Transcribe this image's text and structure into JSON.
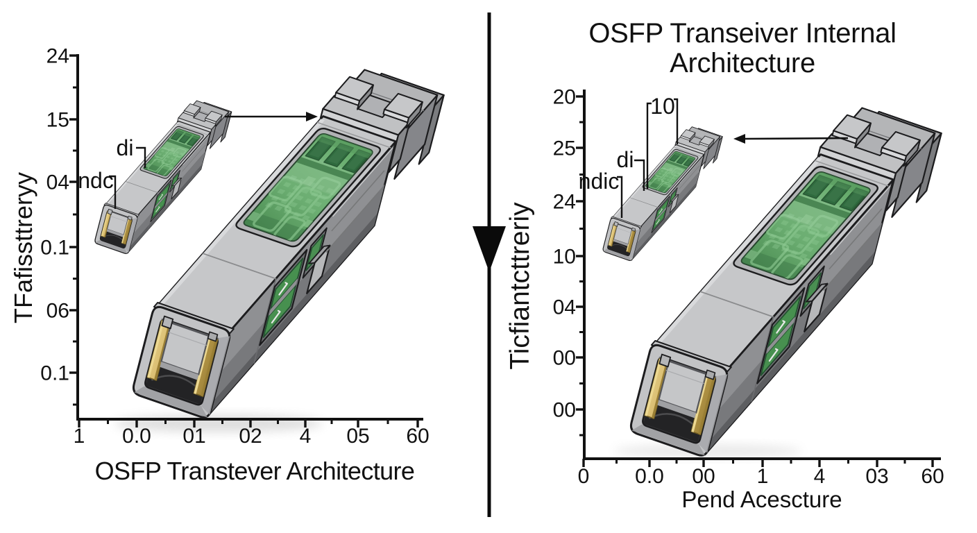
{
  "figure": {
    "background": "#ffffff",
    "text_color": "#111111",
    "divider": {
      "type": "vertical-line-with-down-arrowhead",
      "color": "#0a0a0a"
    },
    "palette": {
      "module_body": "#c6c7c9",
      "module_side": "#96979a",
      "pcb_green": "#5fa765",
      "pcb_chip": "#2c683b",
      "gold_contact": "#c9a854",
      "outline": "#1c1c1e"
    }
  },
  "left_panel": {
    "y_axis": {
      "label": "TFafissttreryy",
      "ticks": [
        "24",
        "15",
        "04",
        "0.1",
        "06",
        "0.1"
      ]
    },
    "x_axis": {
      "label": "OSFP Transtever Architecture",
      "ticks": [
        "1",
        "0.0",
        "01",
        "02",
        "4",
        "05",
        "60"
      ]
    },
    "annotations": [
      {
        "label": "di"
      },
      {
        "label": "ndc"
      }
    ],
    "illustration": {
      "items": [
        "small-osfp-transceiver",
        "large-osfp-transceiver"
      ],
      "arrow": "small-to-large-pointing-right"
    }
  },
  "right_panel": {
    "title_line1": "OSFP Transeiver Internal",
    "title_line2": "Architecture",
    "y_axis": {
      "label": "Ticfiantcttreriy",
      "ticks": [
        "20",
        "25",
        "24",
        "10",
        "04",
        "00",
        "00"
      ]
    },
    "x_axis": {
      "label": "Pend Acescture",
      "ticks": [
        "0",
        "0.0",
        "00",
        "1",
        "4",
        "03",
        "60"
      ]
    },
    "annotations": [
      {
        "label": "10"
      },
      {
        "label": "di"
      },
      {
        "label": "ndic"
      }
    ],
    "illustration": {
      "items": [
        "small-osfp-transceiver",
        "large-osfp-transceiver"
      ],
      "arrow": "large-to-small-pointing-left"
    }
  }
}
